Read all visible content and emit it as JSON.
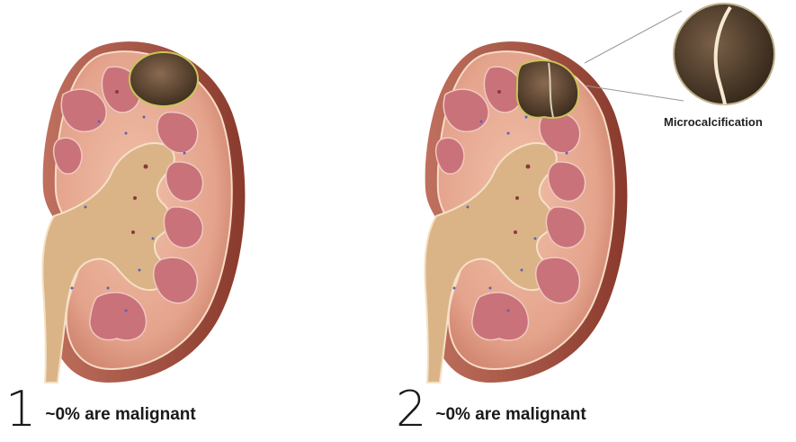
{
  "panels": [
    {
      "number": "1",
      "caption": "~0% are malignant"
    },
    {
      "number": "2",
      "caption": "~0% are malignant"
    }
  ],
  "zoom": {
    "label": "Microcalcification"
  },
  "colors": {
    "cortex": "#e8a890",
    "capsule": "#a8503e",
    "medulla": "#c9727a",
    "sinus": "#d9b48a",
    "lesion": "#5a4330"
  }
}
